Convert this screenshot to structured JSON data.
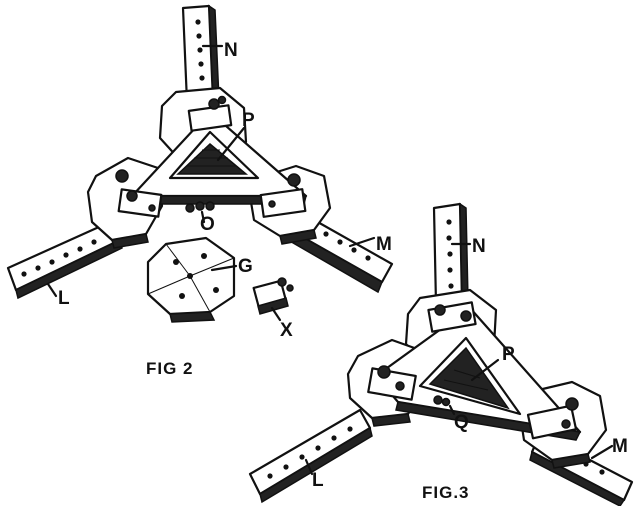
{
  "figures": [
    {
      "caption": "FIG 2",
      "labels": {
        "n": "N",
        "p": "P",
        "o": "O",
        "m": "M",
        "g": "G",
        "l": "L",
        "x": "X"
      }
    },
    {
      "caption": "FIG.3",
      "labels": {
        "n": "N",
        "p": "P",
        "q": "Q",
        "m": "M",
        "l": "L"
      }
    }
  ]
}
